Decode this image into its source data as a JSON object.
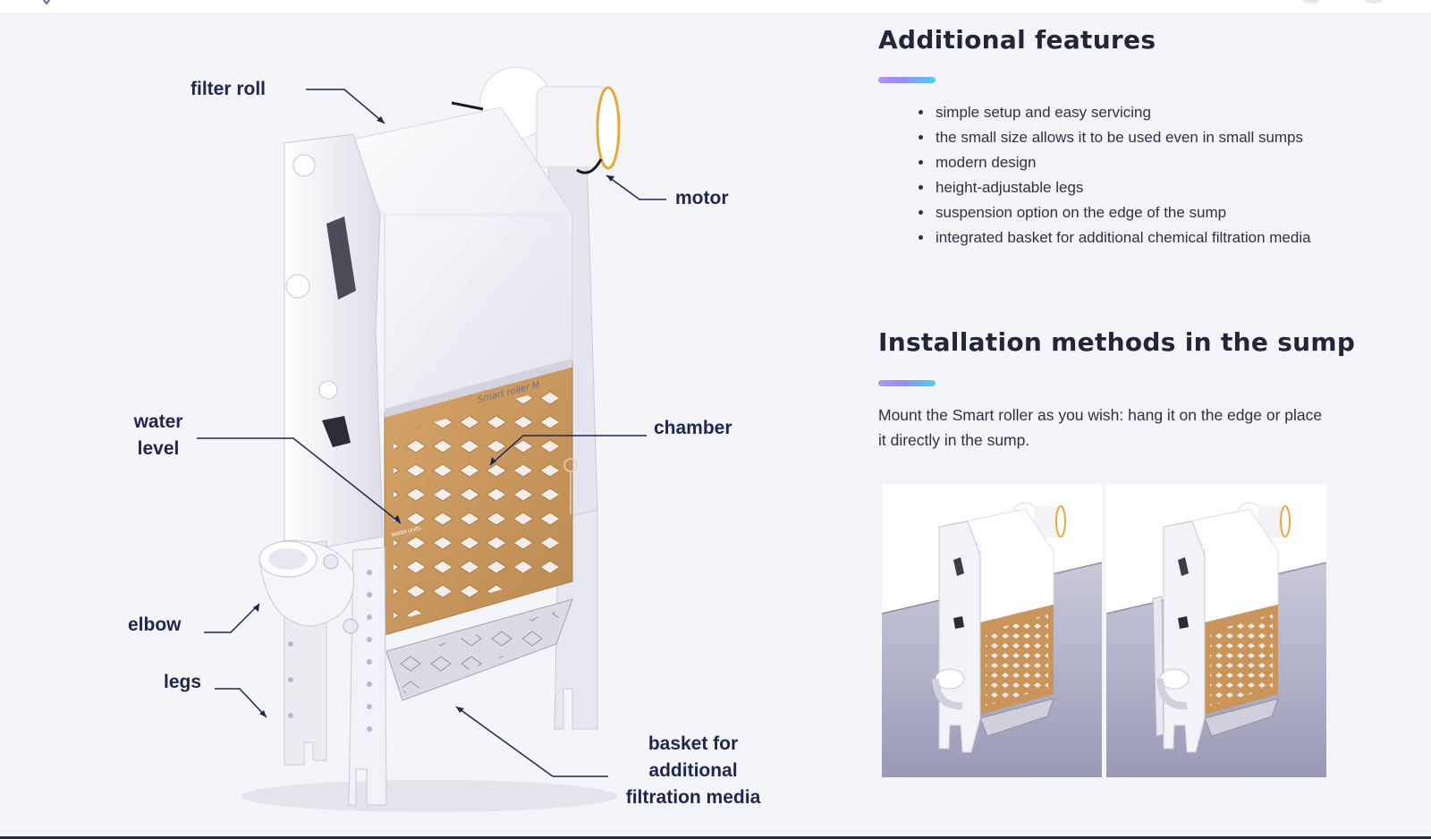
{
  "diagram": {
    "labels": {
      "filter_roll": "filter roll",
      "motor": "motor",
      "water_level_1": "water",
      "water_level_2": "level",
      "chamber": "chamber",
      "elbow": "elbow",
      "legs": "legs",
      "basket_1": "basket for",
      "basket_2": "additional",
      "basket_3": "filtration media"
    },
    "plate_text": "Smart roller M",
    "level_text": "WATER LEVEL"
  },
  "features": {
    "title": "Additional features",
    "items": [
      "simple setup and easy servicing",
      "the small size allows it to be used even in small sumps",
      "modern design",
      "height-adjustable legs",
      "suspension option on the edge of the sump",
      "integrated basket for additional chemical filtration media"
    ]
  },
  "installation": {
    "title": "Installation methods in the sump",
    "text": "Mount the Smart roller as you wish: hang it on the edge or place it directly in the sump."
  },
  "colors": {
    "label_navy": "#1d2750",
    "chamber_orange": "#c9955a",
    "accent_start": "#b993f0",
    "accent_end": "#4fd0ef"
  }
}
